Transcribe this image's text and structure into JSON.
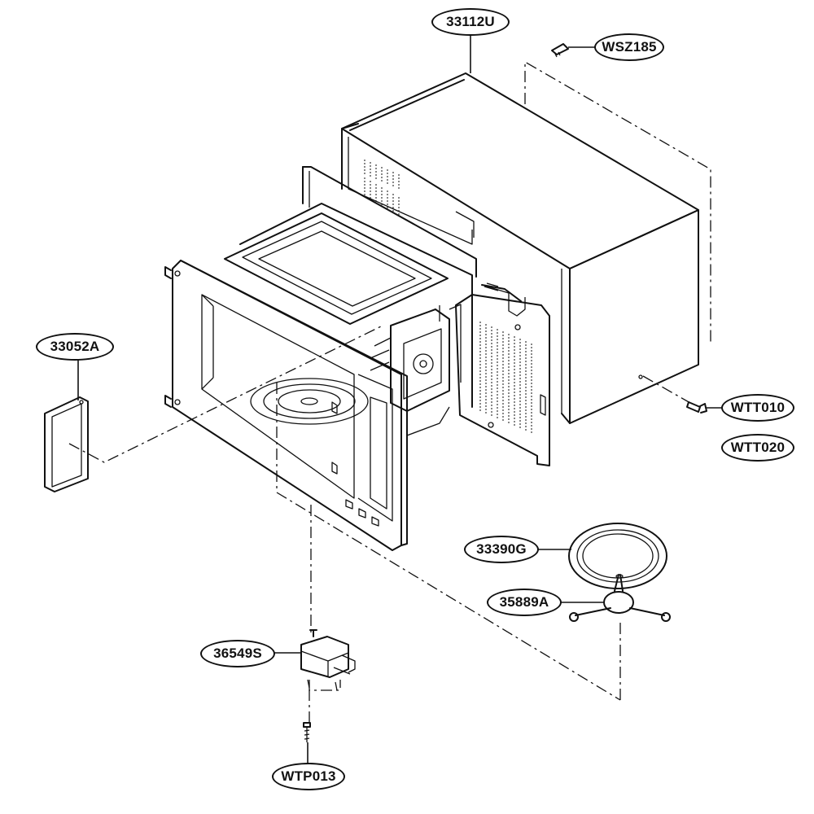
{
  "parts": [
    {
      "id": "33112U",
      "role": "outer-cabinet"
    },
    {
      "id": "WSZ185",
      "role": "cabinet-top-screw"
    },
    {
      "id": "33052A",
      "role": "waveguide-cover"
    },
    {
      "id": "WTT010",
      "role": "cabinet-rear-screw"
    },
    {
      "id": "WTT020",
      "role": "cabinet-rear-screw-alt"
    },
    {
      "id": "33390G",
      "role": "roller-ring"
    },
    {
      "id": "35889A",
      "role": "turntable-coupler"
    },
    {
      "id": "36549S",
      "role": "turntable-motor"
    },
    {
      "id": "WTP013",
      "role": "motor-screw"
    }
  ]
}
